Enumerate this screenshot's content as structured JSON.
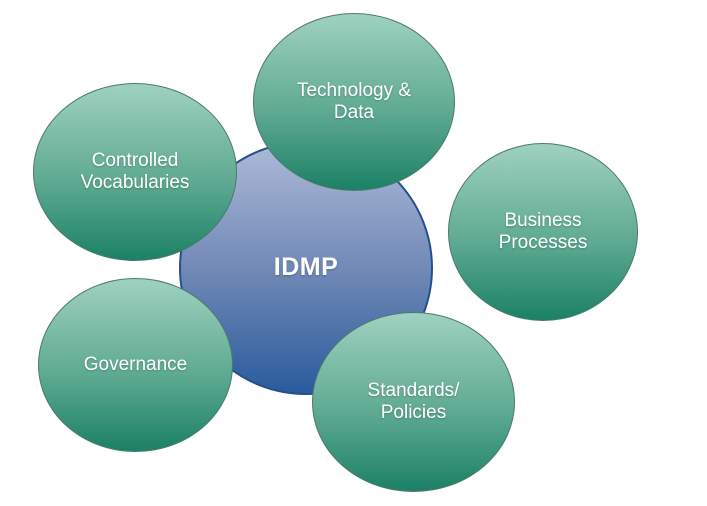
{
  "diagram": {
    "center_label": "IDMP",
    "nodes": [
      {
        "id": "controlled-vocabularies",
        "lines": [
          "Controlled",
          "Vocabularies"
        ]
      },
      {
        "id": "technology-data",
        "lines": [
          "Technology &",
          "Data"
        ]
      },
      {
        "id": "business-processes",
        "lines": [
          "Business",
          "Processes"
        ]
      },
      {
        "id": "governance",
        "lines": [
          "Governance"
        ]
      },
      {
        "id": "standards-policies",
        "lines": [
          "Standards/",
          "Policies"
        ]
      }
    ],
    "colors": {
      "background": "#ffffff",
      "green_top": "#9fd1c0",
      "green_mid": "#5faa92",
      "green_bottom": "#1b8166",
      "green_border": "#4c7a6d",
      "blue_top": "#adbad8",
      "blue_mid": "#6f88b5",
      "blue_bottom": "#2a5b9d",
      "blue_border": "#23508f",
      "label_text": "#ffffff"
    }
  }
}
